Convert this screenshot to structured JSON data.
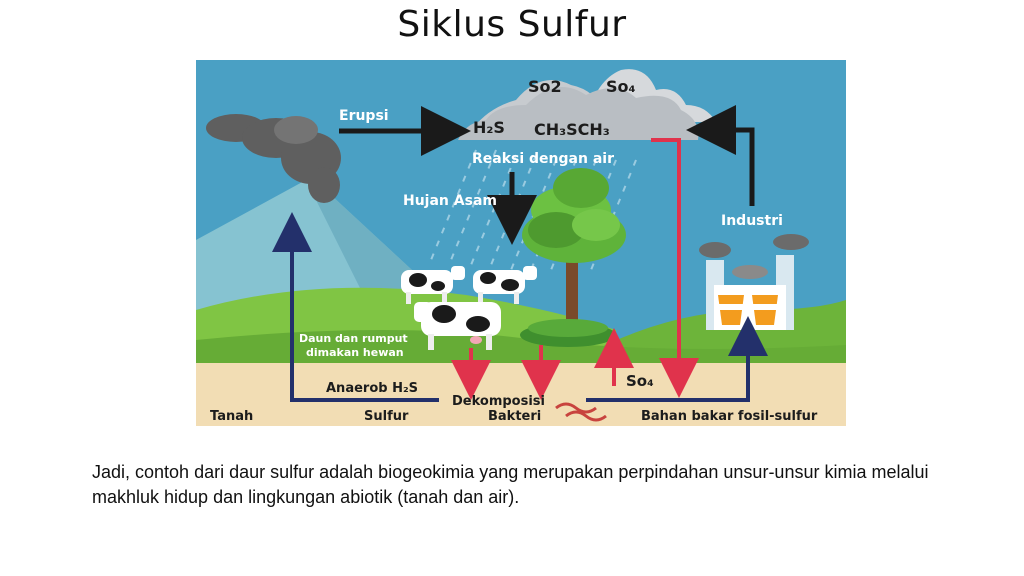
{
  "slide": {
    "title": "Siklus Sulfur",
    "caption": "Jadi, contoh dari daur sulfur adalah biogeokimia yang merupakan perpindahan unsur-unsur kimia melalui makhluk hidup dan lingkungan abiotik (tanah dan air)."
  },
  "diagram": {
    "labels": {
      "so2": "So2",
      "so4_cloud": "So₄",
      "h2s": "H₂S",
      "ch3sch3": "CH₃SCH₃",
      "reaksi": "Reaksi dengan air",
      "erupsi": "Erupsi",
      "hujan_asam": "Hujan Asam",
      "industri": "Industri",
      "daun_line1": "Daun dan rumput",
      "daun_line2": "dimakan hewan",
      "anaerob": "Anaerob H₂S",
      "sulfur": "Sulfur",
      "tanah": "Tanah",
      "dekomposisi": "Dekomposisi",
      "bakteri": "Bakteri",
      "so4_soil": "So₄",
      "fosil": "Bahan bakar fosil-sulfur"
    },
    "colors": {
      "sky": "#4aa0c4",
      "mountain": "#7fbfcf",
      "grass": "#7cc242",
      "soil": "#f2ddb4",
      "cloud": "#c7cbcf",
      "navy_arrow": "#23306b",
      "red_arrow": "#e0334c",
      "black_arrow": "#1a1a1a"
    }
  }
}
